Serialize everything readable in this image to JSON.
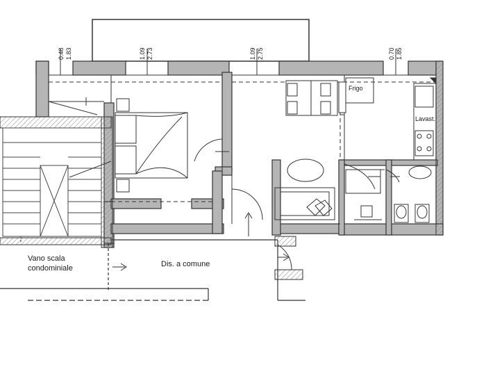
{
  "plan": {
    "labels": {
      "vano_scala": "Vano scala",
      "condominiale": "condominiale",
      "dis_comune": "Dis. a comune",
      "frigo": "Frigo",
      "lavast": "Lavast."
    },
    "window_dims": [
      {
        "w": "0.48",
        "h": "1.83"
      },
      {
        "w": "1.09",
        "h": "2.73"
      },
      {
        "w": "1.09",
        "h": "2.75"
      },
      {
        "w": "0.70",
        "h": "1.85"
      }
    ]
  }
}
